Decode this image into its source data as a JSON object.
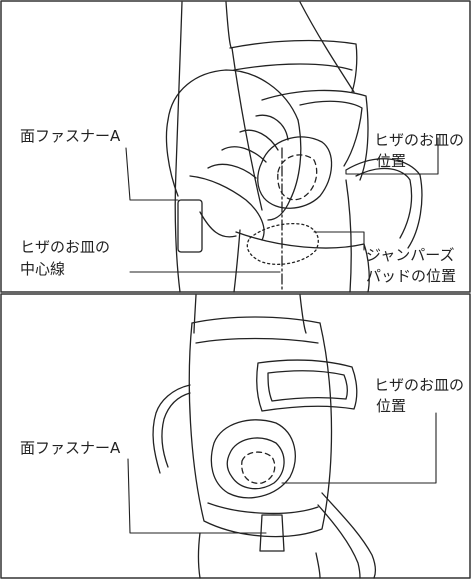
{
  "figure": {
    "panels": [
      {
        "labels": {
          "hook_fastener": "面ファスナーA",
          "patella_position_line1": "ヒザのお皿の",
          "patella_position_line2": "位置",
          "patella_center_line1": "ヒザのお皿の",
          "patella_center_line2": "中心線",
          "jumper_pad_line1": "ジャンパーズ",
          "jumper_pad_line2": "パッドの位置"
        }
      },
      {
        "labels": {
          "patella_position_line1": "ヒザのお皿の",
          "patella_position_line2": "位置",
          "hook_fastener": "面ファスナーA"
        }
      }
    ],
    "colors": {
      "line": "#222222",
      "border": "#333333",
      "background": "#ffffff"
    }
  }
}
